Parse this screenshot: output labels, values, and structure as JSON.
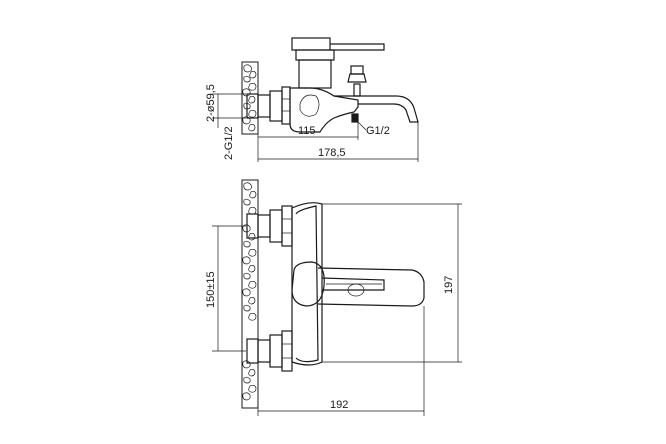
{
  "side_view": {
    "dim_diameter": "2-ø59,5",
    "dim_thread_left": "2-G1/2",
    "dim_spout_thread": "G1/2",
    "dim_depth_inner": "115",
    "dim_depth_total": "178,5"
  },
  "front_view": {
    "dim_centers": "150±15",
    "dim_height": "197",
    "dim_width": "192"
  }
}
